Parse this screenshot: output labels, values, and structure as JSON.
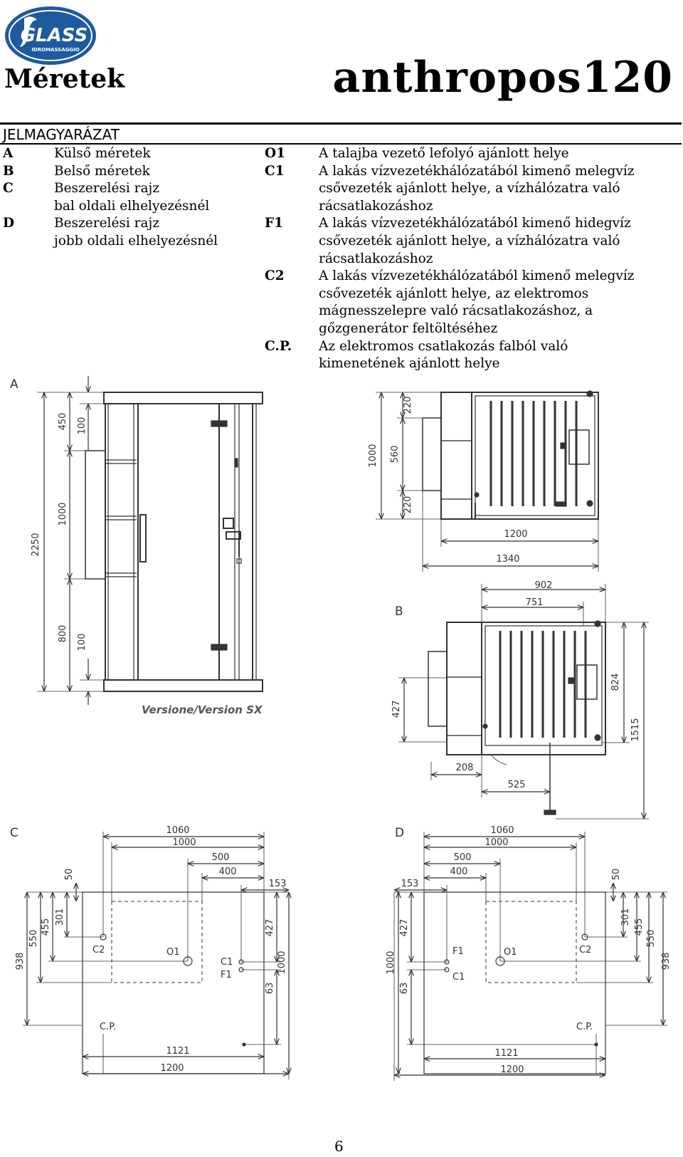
{
  "logo": {
    "brand": "GLASS",
    "sub": "IDROMASSAGGIO"
  },
  "header": {
    "left_title": "Méretek",
    "right_title": "anthropos120"
  },
  "legend": {
    "title": "JELMAGYARÁZAT",
    "left": [
      {
        "key": "A",
        "lines": [
          "Külső méretek"
        ]
      },
      {
        "key": "B",
        "lines": [
          "Belső méretek"
        ]
      },
      {
        "key": "C",
        "lines": [
          "Beszerelési rajz",
          "bal oldali elhelyezésnél"
        ]
      },
      {
        "key": "D",
        "lines": [
          "Beszerelési rajz",
          "jobb oldali elhelyezésnél"
        ]
      }
    ],
    "right": [
      {
        "key": "O1",
        "lines": [
          "A talajba vezető lefolyó ajánlott helye"
        ]
      },
      {
        "key": "C1",
        "lines": [
          "A lakás vízvezetékhálózatából kimenő melegvíz",
          "csővezeték ajánlott helye, a vízhálózatra való",
          "rácsatlakozáshoz"
        ]
      },
      {
        "key": "F1",
        "lines": [
          "A lakás vízvezetékhálózatából kimenő hidegvíz",
          "csővezeték ajánlott helye, a vízhálózatra való",
          "rácsatlakozáshoz"
        ]
      },
      {
        "key": "C2",
        "lines": [
          "A lakás vízvezetékhálózatából kimenő melegvíz",
          "csővezeték ajánlott helye, az elektromos",
          "mágnesszelepre való rácsatlakozáshoz, a",
          "gőzgenerátor feltöltéséhez"
        ]
      },
      {
        "key": "C.P.",
        "lines": [
          "Az elektromos csatlakozás falból való",
          "kimenetének ajánlott helye"
        ]
      }
    ]
  },
  "diagrams": {
    "section_labels": {
      "a": "A",
      "b": "B",
      "c": "C",
      "d": "D"
    },
    "version_caption": "Versione/Version SX",
    "a_front": {
      "d2250": "2250",
      "d450": "450",
      "d100a": "100",
      "d1000": "1000",
      "d800": "800",
      "d100b": "100"
    },
    "a_top": {
      "d220a": "220",
      "d560": "560",
      "d220b": "220",
      "d1000": "1000",
      "d1200": "1200",
      "d1340": "1340"
    },
    "b_top": {
      "d902": "902",
      "d751": "751",
      "d824": "824",
      "d1515": "1515",
      "d427": "427",
      "d208": "208",
      "d525": "525"
    },
    "c_plan": {
      "d1060": "1060",
      "d1000": "1000",
      "d500": "500",
      "d400": "400",
      "d153": "153",
      "d50": "50",
      "d301": "301",
      "d455": "455",
      "d550": "550",
      "d938": "938",
      "d427": "427",
      "d1000v": "1000",
      "d63": "63",
      "d1121": "1121",
      "d1200": "1200",
      "c2": "C2",
      "o1": "O1",
      "c1": "C1",
      "f1": "F1",
      "cp": "C.P."
    },
    "d_plan": {
      "d1060": "1060",
      "d1000": "1000",
      "d500": "500",
      "d400": "400",
      "d153": "153",
      "d50": "50",
      "d301": "301",
      "d455": "455",
      "d550": "550",
      "d938": "938",
      "d427": "427",
      "d1000v": "1000",
      "d63": "63",
      "d1121": "1121",
      "d1200": "1200",
      "c2": "C2",
      "o1": "O1",
      "c1": "C1",
      "f1": "F1",
      "cp": "C.P."
    }
  },
  "footer": {
    "page_number": "6"
  }
}
